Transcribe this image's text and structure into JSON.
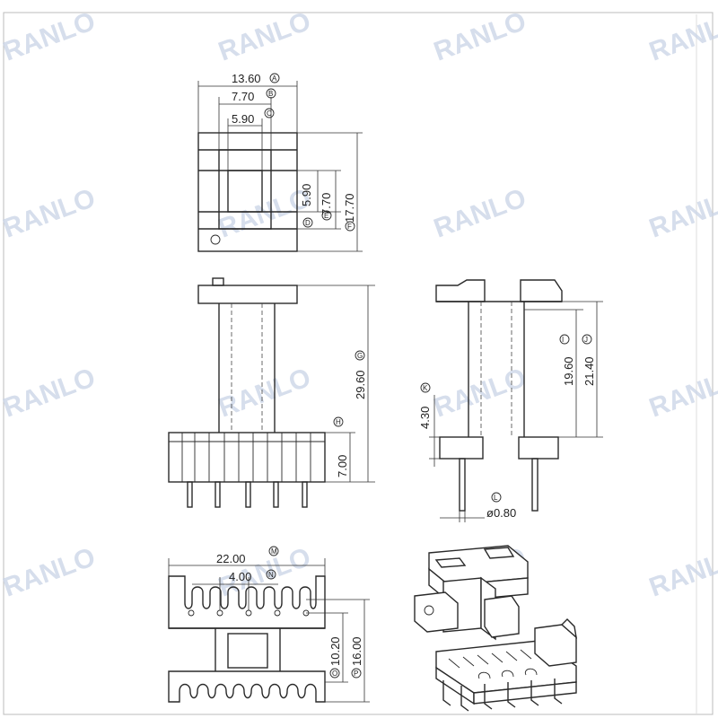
{
  "watermark": "RANLO",
  "dimensions": {
    "top_width": "13.60",
    "top_mid": "7.70",
    "top_inner": "5.90",
    "top_v_inner": "5.90",
    "top_v_mid": "7.70",
    "top_v_outer": "17.70",
    "front_height": "29.60",
    "front_base": "7.00",
    "side_base": "4.30",
    "side_h1": "19.60",
    "side_h2": "21.40",
    "pin_dia": "ø0.80",
    "bottom_width": "22.00",
    "bottom_pitch": "4.00",
    "bottom_inner": "10.20",
    "bottom_outer": "16.00"
  },
  "markers": {
    "A": "A",
    "B": "B",
    "C": "C",
    "D": "D",
    "E": "E",
    "F": "F",
    "G": "G",
    "H": "H",
    "I": "I",
    "J": "J",
    "K": "K",
    "L": "L",
    "M": "M",
    "N": "N",
    "O": "O",
    "P": "P"
  }
}
